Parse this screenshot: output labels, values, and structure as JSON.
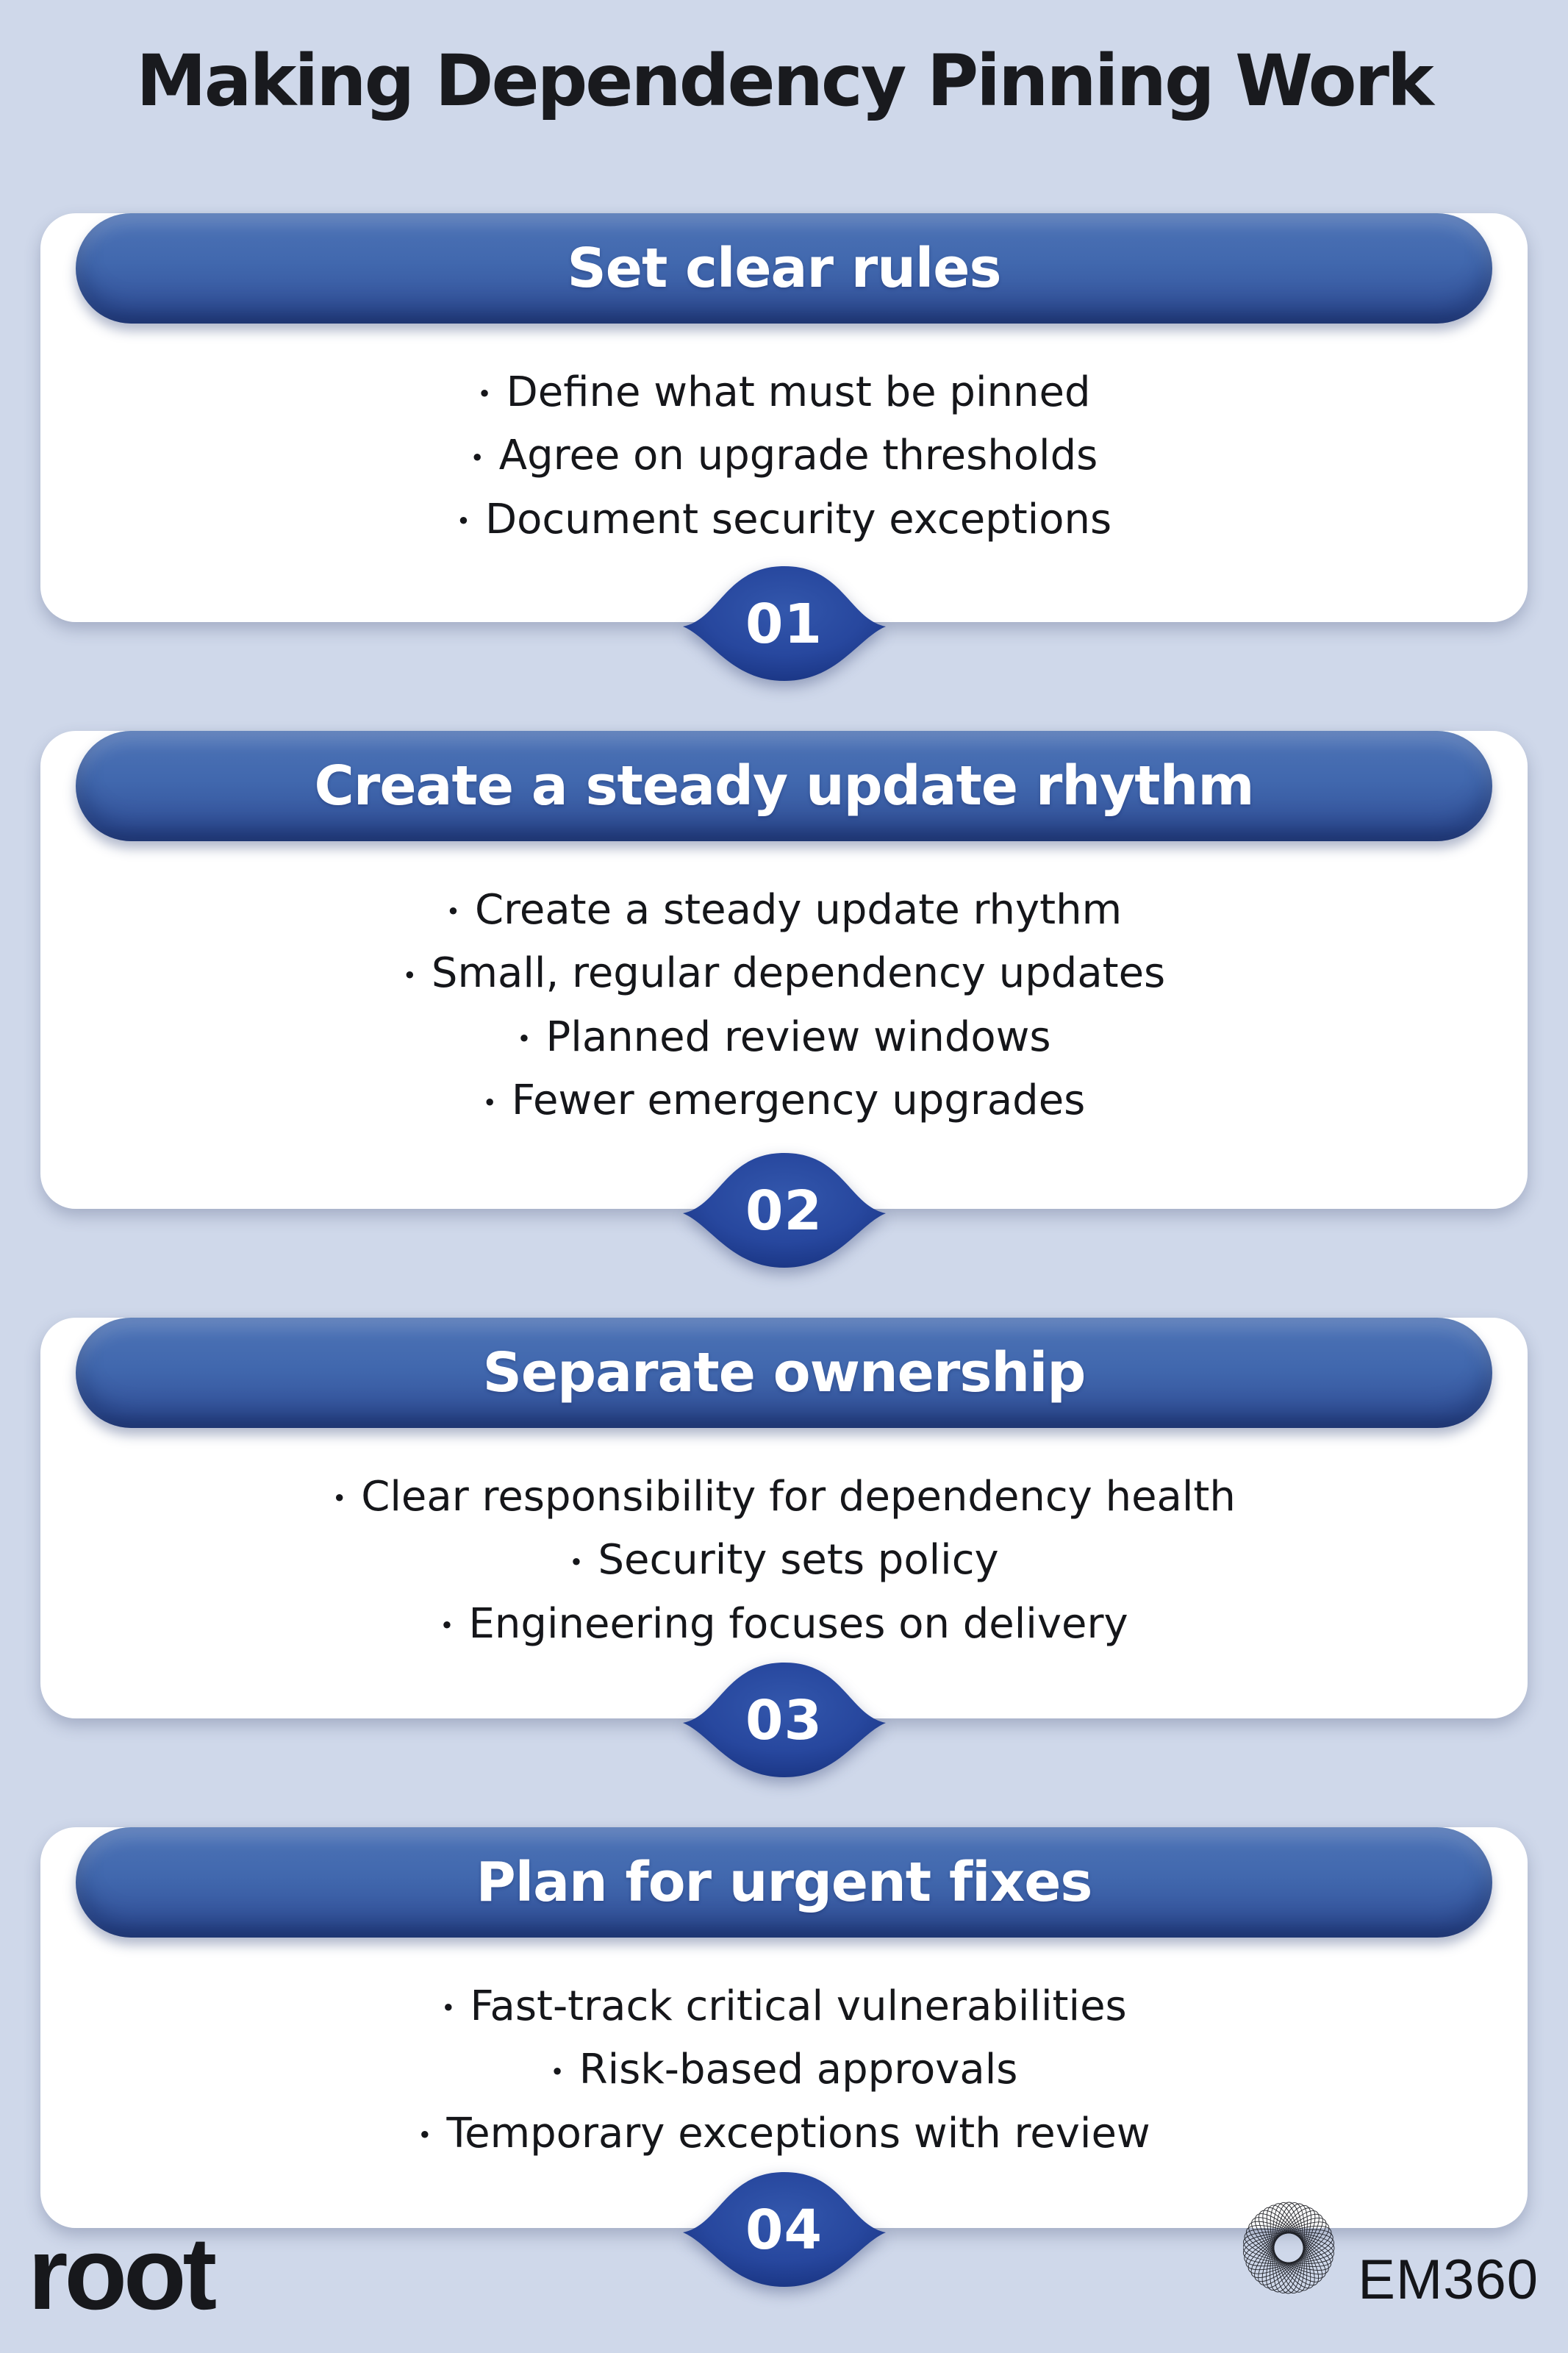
{
  "page": {
    "title": "Making Dependency Pinning Work",
    "background_color": "#cfd8ea",
    "card_color": "#ffffff",
    "pill_color": "#4168ae",
    "badge_color": "#24459c",
    "text_color": "#15161a"
  },
  "ui": {
    "bullet_glyph": "•"
  },
  "steps": [
    {
      "number": "01",
      "heading": "Set clear rules",
      "bullets": [
        "Define what must be pinned",
        "Agree on upgrade thresholds",
        "Document security exceptions"
      ]
    },
    {
      "number": "02",
      "heading": "Create a steady update rhythm",
      "bullets": [
        "Create a steady update rhythm",
        "Small, regular dependency updates",
        "Planned review windows",
        "Fewer emergency upgrades"
      ]
    },
    {
      "number": "03",
      "heading": "Separate ownership",
      "bullets": [
        "Clear responsibility for dependency health",
        "Security sets policy",
        "Engineering focuses on delivery"
      ]
    },
    {
      "number": "04",
      "heading": "Plan for urgent fixes",
      "bullets": [
        "Fast-track critical vulnerabilities",
        "Risk-based approvals",
        "Temporary exceptions with review"
      ]
    }
  ],
  "footer": {
    "left_logo_text": "root",
    "right_logo_text": "EM360"
  }
}
